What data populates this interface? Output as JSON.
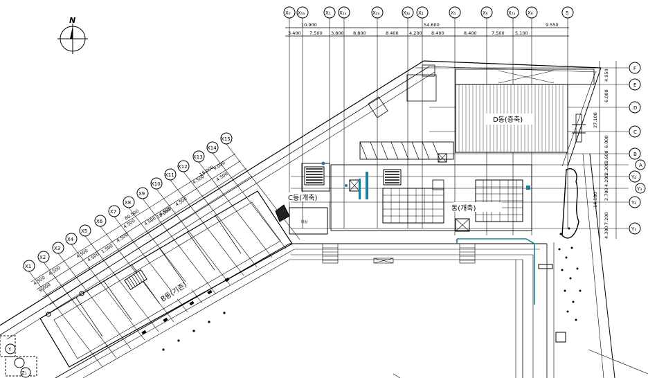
{
  "north": {
    "label": "N"
  },
  "top_axes": [
    "X₀",
    "X₀ₐ",
    "X₁",
    "X₁ₐ",
    "X₂ₐ",
    "X₃ₐ",
    "X₄",
    "X₅",
    "X₆",
    "X₇ₐ",
    "X₈",
    "5"
  ],
  "top_dims_overall": {
    "left": "10.900",
    "center": "54.600",
    "right": "9.550"
  },
  "top_dims_detail": [
    "3.400",
    "7.500",
    "3.800",
    "8.800",
    "8.400",
    "4.200",
    "8.400",
    "8.400",
    "7.500",
    "5.100"
  ],
  "right_axes": [
    "F",
    "E",
    "D",
    "C",
    "B",
    "A",
    "Y₄",
    "Y₃",
    "Y₂",
    "Y₁"
  ],
  "right_dims": [
    "4.950",
    "6.000",
    "27.100",
    "6.000",
    "3.600",
    "2.300",
    "4.200",
    "14.100",
    "2.700",
    "7.200",
    "4.300"
  ],
  "diag_axes": [
    "X1",
    "X2",
    "X3",
    "X4",
    "X5",
    "X6",
    "X7",
    "X8",
    "X9",
    "X10",
    "X11",
    "X12",
    "X13",
    "X14",
    "X15"
  ],
  "diag_dims_overall": [
    "60.500",
    "18.000"
  ],
  "diag_dims_a": [
    "4.500",
    "4.500",
    "4.500",
    "4.500",
    "4.500",
    "9.000"
  ],
  "diag_dims_b": [
    "9.000",
    "4.500",
    "1.500",
    "18.000",
    "4.500",
    "4.500"
  ],
  "diag_dims_c": [
    "4.500",
    "4.500",
    "4.500",
    "4.500",
    "4.500"
  ],
  "buildings": {
    "D": "D동(증축)",
    "C": "C동(개축)",
    "center": "동(개축)",
    "B": "B동(기존)"
  },
  "small_labels": {
    "room": "대상"
  },
  "bottom_left": {
    "top": "Y",
    "bottom": "Z₁"
  }
}
